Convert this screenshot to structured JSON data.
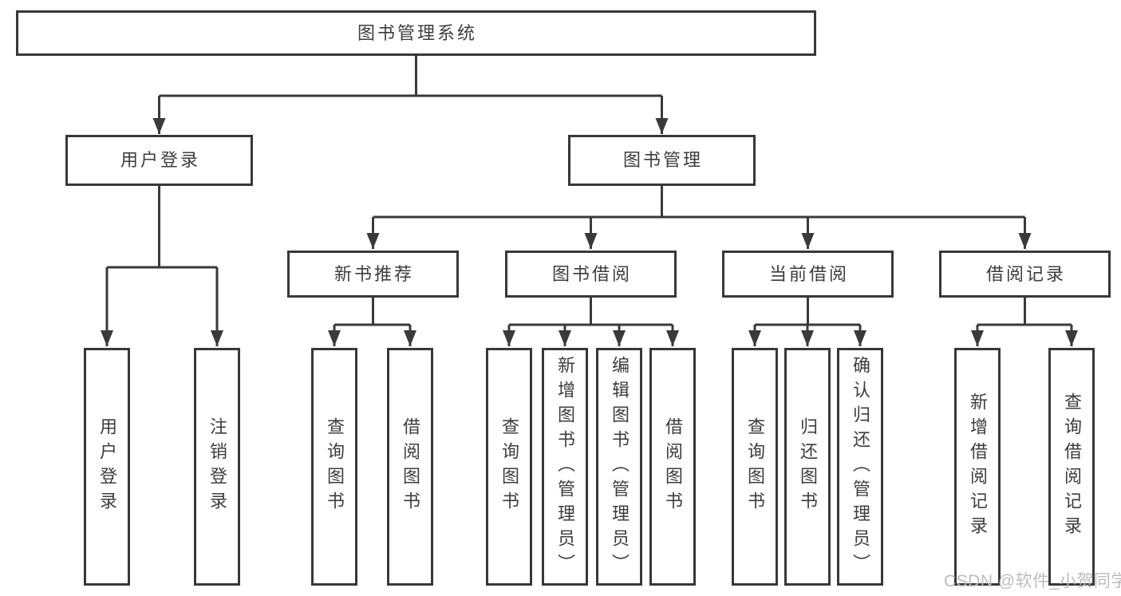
{
  "title": "图书管理系统",
  "tree": {
    "label": "图书管理系统",
    "children": [
      {
        "label": "用户登录",
        "children": [
          {
            "label": "用户登录"
          },
          {
            "label": "注销登录"
          }
        ]
      },
      {
        "label": "图书管理",
        "children": [
          {
            "label": "新书推荐",
            "children": [
              {
                "label": "查询图书"
              },
              {
                "label": "借阅图书"
              }
            ]
          },
          {
            "label": "图书借阅",
            "children": [
              {
                "label": "查询图书"
              },
              {
                "label": "新增图书（管理员）"
              },
              {
                "label": "编辑图书（管理员）"
              },
              {
                "label": "借阅图书"
              }
            ]
          },
          {
            "label": "当前借阅",
            "children": [
              {
                "label": "查询图书"
              },
              {
                "label": "归还图书"
              },
              {
                "label": "确认归还（管理员）"
              }
            ]
          },
          {
            "label": "借阅记录",
            "children": [
              {
                "label": "新增借阅记录"
              },
              {
                "label": "查询借阅记录"
              }
            ]
          }
        ]
      }
    ]
  },
  "watermark": "CSDN @软件_小贺同学",
  "colors": {
    "line": "#3a3a3a",
    "box_border": "#383838",
    "text": "#3d3d3d",
    "watermark": "#bdbdbd",
    "background": "#ffffff"
  }
}
